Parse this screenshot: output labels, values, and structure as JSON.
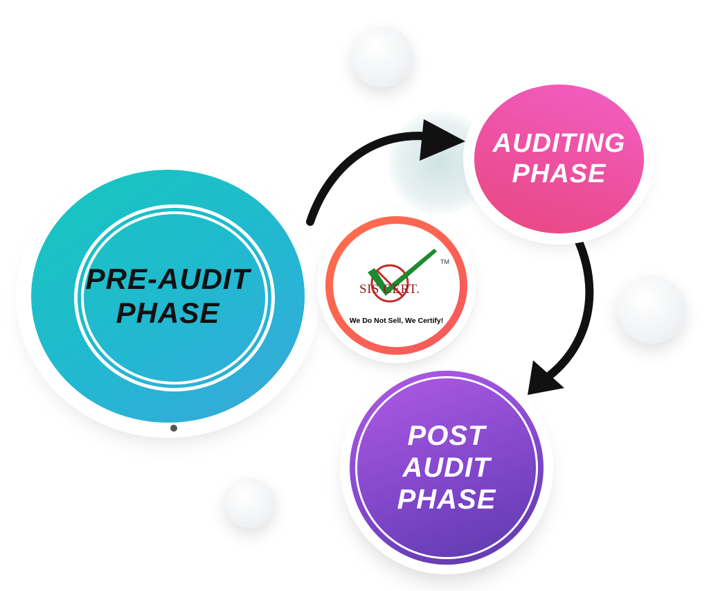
{
  "phases": {
    "pre_audit": "PRE-AUDIT\nPHASE",
    "auditing": "AUDITING\nPHASE",
    "post_audit": "POST\nAUDIT\nPHASE"
  },
  "logo": {
    "name": "SIS CERT.",
    "tagline": "We Do Not Sell, We Certify!",
    "trademark": "TM"
  },
  "colors": {
    "pre_audit": "#1fbfc8",
    "auditing": "#ec4f9b",
    "post_audit": "#8a4fd0",
    "center_ring": "#f8614f",
    "arrows": "#111111"
  },
  "icons": [
    "check-mark-icon",
    "prohibition-circle-icon"
  ]
}
